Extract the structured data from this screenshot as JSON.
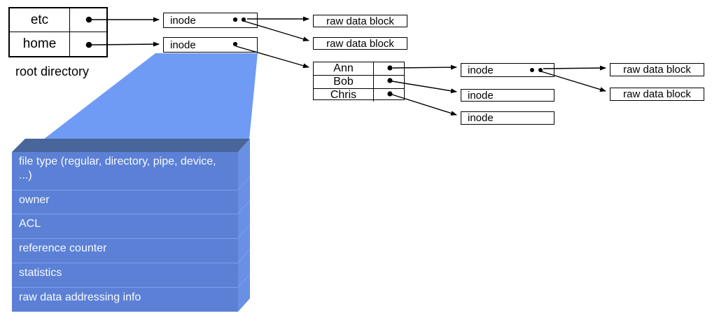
{
  "colors": {
    "funnel": "#6f9bf5",
    "slab_front": "#5b80d5",
    "slab_side": "#6990e2",
    "slab_bevel": "#486699",
    "slab_separator": "#7ea0ee",
    "line": "#000000",
    "slab_text": "#f8faff"
  },
  "root_directory": {
    "caption": "root directory",
    "entries": [
      "etc",
      "home"
    ]
  },
  "home_directory": {
    "entries": [
      "Ann",
      "Bob",
      "Chris"
    ]
  },
  "labels": {
    "inode": "inode",
    "raw_block": "raw data block"
  },
  "inode_detail": {
    "rows": [
      "file type (regular, directory, pipe, device, ...)",
      "owner",
      "ACL",
      "reference counter",
      "statistics",
      "raw data addressing info"
    ]
  }
}
